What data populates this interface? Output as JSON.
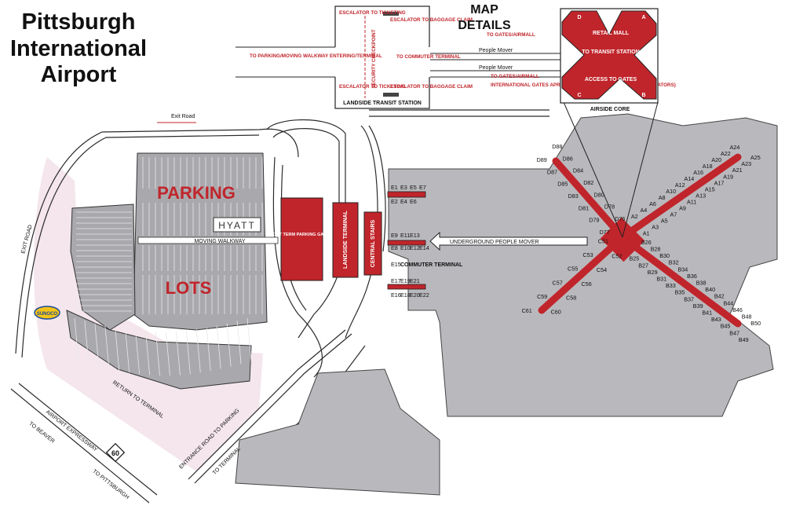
{
  "map_title": [
    "Pittsburgh",
    "International",
    "Airport"
  ],
  "details_title": [
    "MAP",
    "DETAILS"
  ],
  "colors": {
    "terminal_red": "#c0252b",
    "pavement_gray": "#b9b9bd",
    "parking_gray": "#a9a9ad",
    "lawn_pink": "#f4e6ec",
    "road_line": "#2b2b2b"
  },
  "parking": {
    "label_top": "PARKING",
    "label_bottom": "LOTS",
    "hyatt": "HYATT",
    "moving_walkway": "MOVING WALKWAY"
  },
  "buildings": {
    "short_term_garage": "SHORT TERM PARKING GARAGE",
    "landside_terminal": "LANDSIDE TERMINAL",
    "central_stairs": "CENTRAL STAIRS",
    "commuter_terminal": "COMMUTER TERMINAL",
    "underground_people_mover": "UNDERGROUND PEOPLE MOVER"
  },
  "roads": {
    "exit_road_top": "Exit Road",
    "exit_road_left": "EXIT ROAD",
    "return_to_terminal": "RETURN TO TERMINAL",
    "entrance_road": "ENTRANCE ROAD TO PARKING",
    "to_terminal": "TO TERMINAL",
    "airport_expressway": "AIRPORT EXPRESSWAY",
    "to_beaver": "TO BEAVER",
    "to_pittsburgh": "TO PITTSBURGH",
    "route_number": "60",
    "sunoco": "SUNOCO"
  },
  "landside_detail": {
    "station": "LANDSIDE TRANSIT STATION",
    "to_parking": "TO PARKING/MOVING WALKWAY ENTERING/TERMINAL",
    "escalator_top_left": "ESCALATOR TO TICKETING",
    "escalator_bottom_left": "ESCALATOR TO TICKETING",
    "escalator_baggage_top": "ESCALATOR TO BAGGAGE CLAIM",
    "escalator_baggage_bottom": "ESCALATOR TO BAGGAGE CLAIM",
    "security": "SECURITY CHECKPOINT",
    "to_commuter": "TO COMMUTER TERMINAL",
    "to_gates_airmall_1": "TO GATES/AIRMALL",
    "to_gates_airmall_2": "TO GATES/AIRMALL",
    "people_mover_1": "People Mover",
    "people_mover_2": "People Mover",
    "intl_gates": "INTERNATIONAL GATES APRON LEVEL (AFTER FIRST SET OF ESCALATORS)"
  },
  "airside_core": {
    "caption": "AIRSIDE CORE",
    "retail_mall": "RETAIL MALL",
    "to_transit": "TO TRANSIT STATION",
    "access_gates": "ACCESS TO GATES",
    "corner_labels": [
      "D",
      "A",
      "C",
      "B"
    ]
  },
  "gates": {
    "concourse_A": [
      "A1",
      "A2",
      "A3",
      "A4",
      "A5",
      "A6",
      "A7",
      "A8",
      "A9",
      "A10",
      "A11",
      "A12",
      "A13",
      "A14",
      "A15",
      "A16",
      "A17",
      "A18",
      "A19",
      "A20",
      "A21",
      "A22",
      "A23",
      "A24",
      "A25"
    ],
    "concourse_B": [
      "B25",
      "B26",
      "B27",
      "B28",
      "B29",
      "B30",
      "B31",
      "B32",
      "B33",
      "B34",
      "B35",
      "B36",
      "B37",
      "B38",
      "B39",
      "B40",
      "B41",
      "B42",
      "B43",
      "B44",
      "B45",
      "B46",
      "B47",
      "B48",
      "B49",
      "B50"
    ],
    "concourse_C": [
      "C51",
      "C52",
      "C53",
      "C54",
      "C55",
      "C56",
      "C57",
      "C58",
      "C59",
      "C60",
      "C61"
    ],
    "concourse_D": [
      "D76",
      "D77",
      "D78",
      "D79",
      "D80",
      "D81",
      "D82",
      "D83",
      "D84",
      "D85",
      "D86",
      "D87",
      "D88",
      "D89"
    ],
    "commuter_E": [
      "E1",
      "E2",
      "E3",
      "E4",
      "E5",
      "E6",
      "E7",
      "E8",
      "E9",
      "E10",
      "E11",
      "E12",
      "E13",
      "E14",
      "E15",
      "E16",
      "E17",
      "E18",
      "E19",
      "E20",
      "E21",
      "E22"
    ]
  }
}
